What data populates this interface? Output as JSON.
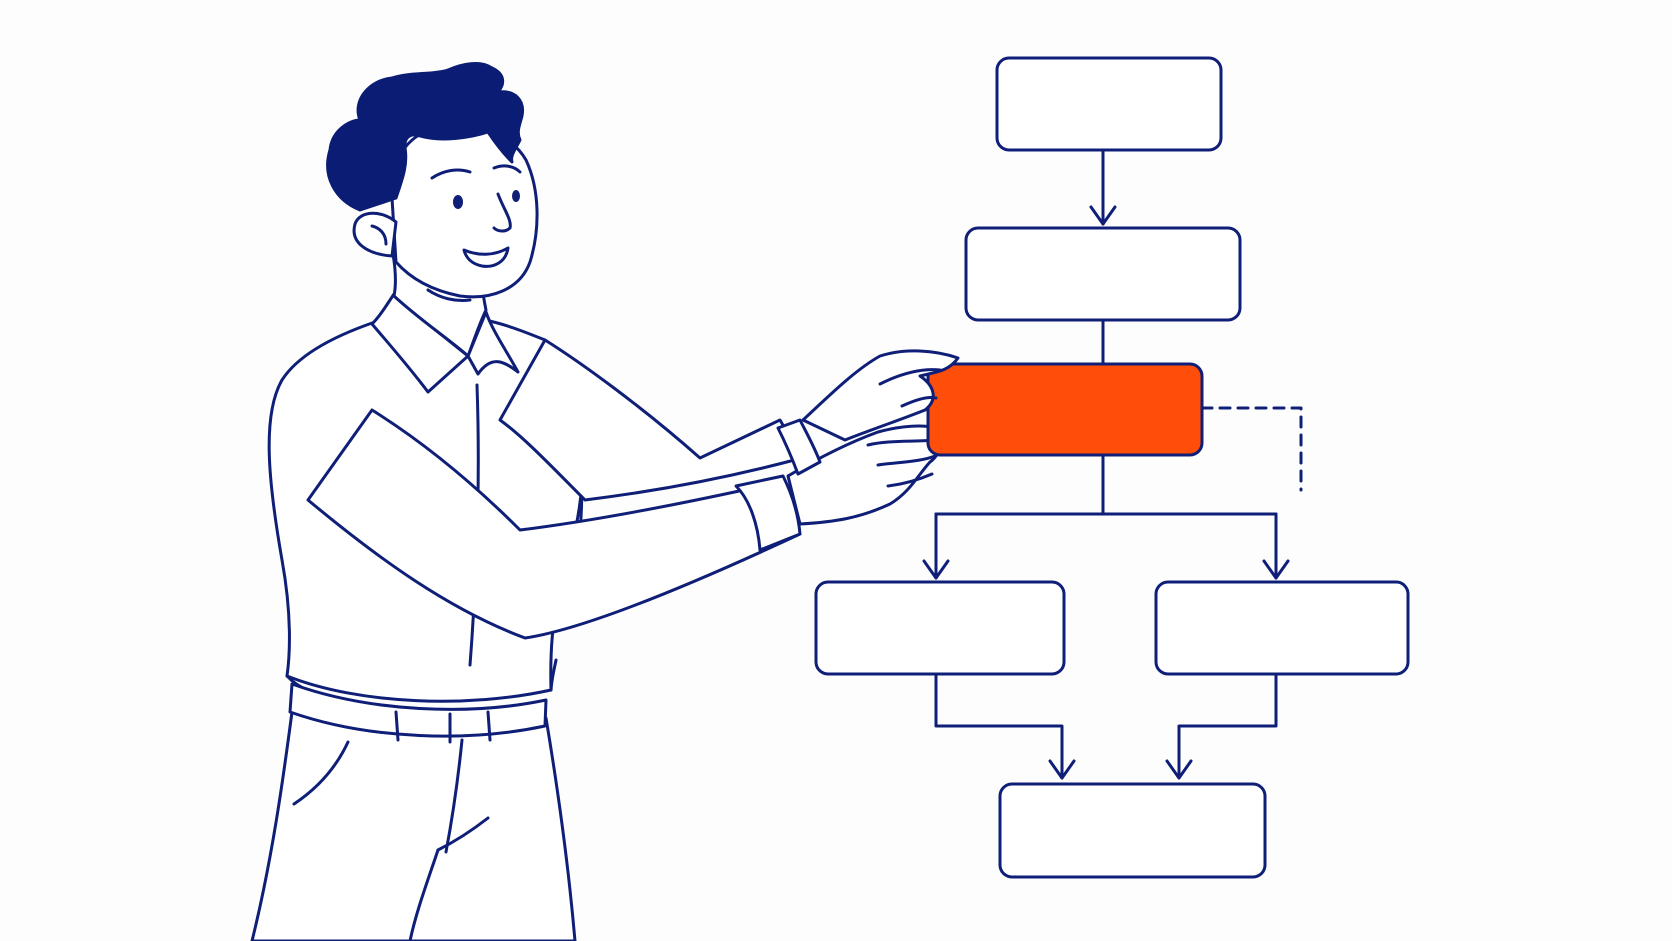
{
  "palette": {
    "ink": "#0f1f78",
    "hair": "#0a1c74",
    "highlight": "#ff4d0a",
    "background": "#fdfdfd",
    "fill": "#ffffff"
  },
  "illustration": {
    "subject": "person-placing-flowchart-block",
    "highlighted_node": "node-3"
  },
  "flowchart": {
    "nodes": [
      {
        "id": "node-1",
        "label": "",
        "highlighted": false
      },
      {
        "id": "node-2",
        "label": "",
        "highlighted": false
      },
      {
        "id": "node-3",
        "label": "",
        "highlighted": true
      },
      {
        "id": "node-4",
        "label": "",
        "highlighted": false
      },
      {
        "id": "node-5",
        "label": "",
        "highlighted": false
      },
      {
        "id": "node-6",
        "label": "",
        "highlighted": false
      }
    ],
    "edges": [
      {
        "from": "node-1",
        "to": "node-2",
        "style": "solid",
        "arrow": true
      },
      {
        "from": "node-2",
        "to": "node-3",
        "style": "solid",
        "arrow": false
      },
      {
        "from": "node-3",
        "to": "node-4",
        "style": "solid",
        "arrow": true
      },
      {
        "from": "node-3",
        "to": "node-5",
        "style": "solid",
        "arrow": true
      },
      {
        "from": "node-4",
        "to": "node-6",
        "style": "solid",
        "arrow": true
      },
      {
        "from": "node-5",
        "to": "node-6",
        "style": "solid",
        "arrow": true
      },
      {
        "from": "node-3",
        "to": null,
        "style": "dashed",
        "arrow": false
      }
    ]
  }
}
